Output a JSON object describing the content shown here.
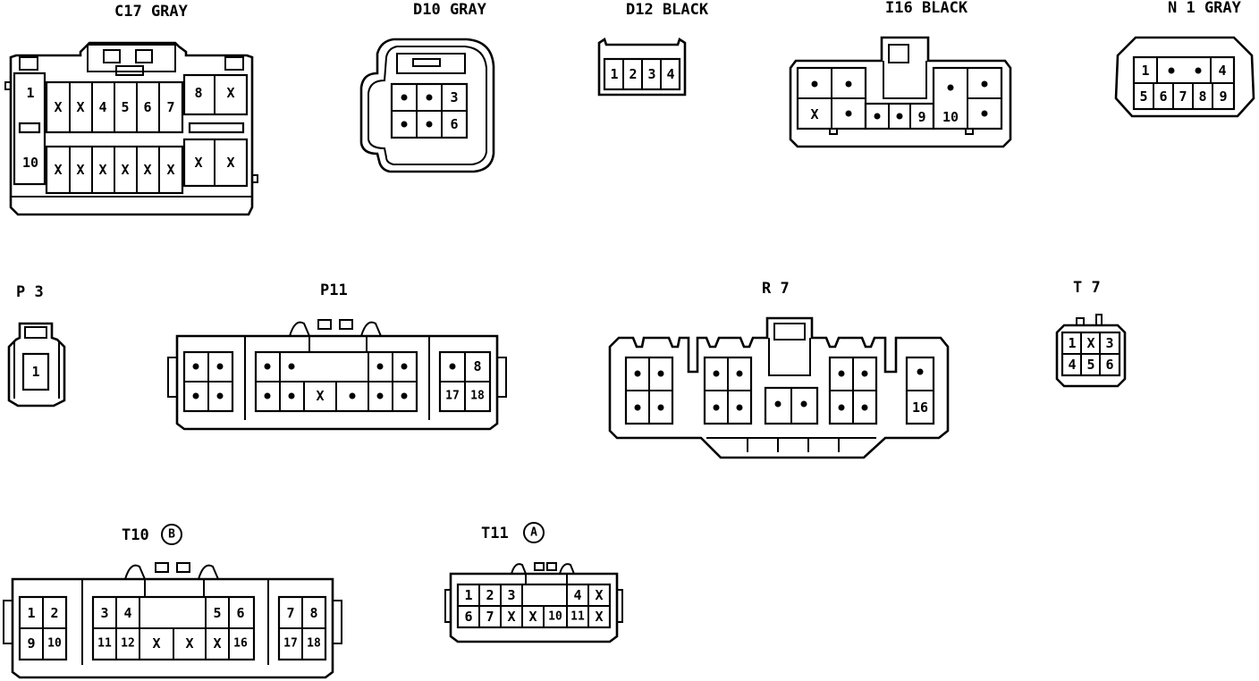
{
  "connectors": {
    "c17": {
      "label": "C17 GRAY"
    },
    "d10": {
      "label": "D10 GRAY"
    },
    "d12": {
      "label": "D12 BLACK"
    },
    "i16": {
      "label": "I16 BLACK"
    },
    "n1": {
      "label": "N 1 GRAY"
    },
    "p3": {
      "label": "P 3"
    },
    "p11": {
      "label": "P11"
    },
    "r7": {
      "label": "R 7"
    },
    "t7": {
      "label": "T 7"
    },
    "t10": {
      "label": "T10",
      "badge": "B"
    },
    "t11": {
      "label": "T11",
      "badge": "A"
    }
  },
  "pins": {
    "c17": [
      "1",
      "X",
      "X",
      "4",
      "5",
      "6",
      "7",
      "8",
      "X",
      "10",
      "X",
      "X",
      "X",
      "X",
      "X",
      "X",
      "X",
      "X"
    ],
    "d10": [
      "3",
      "6"
    ],
    "d12": [
      "1",
      "2",
      "3",
      "4"
    ],
    "i16": [
      "X",
      "9",
      "10"
    ],
    "n1": [
      "1",
      "4",
      "5",
      "6",
      "7",
      "8",
      "9"
    ],
    "p3": [
      "1"
    ],
    "p11": [
      "X",
      "8",
      "17",
      "18"
    ],
    "r7": [
      "16"
    ],
    "t7": [
      "1",
      "X",
      "3",
      "4",
      "5",
      "6"
    ],
    "t10": [
      "1",
      "2",
      "3",
      "4",
      "5",
      "6",
      "7",
      "8",
      "9",
      "10",
      "11",
      "12",
      "X",
      "X",
      "X",
      "16",
      "17",
      "18"
    ],
    "t11": [
      "1",
      "2",
      "3",
      "4",
      "X",
      "6",
      "7",
      "X",
      "X",
      "10",
      "11",
      "X"
    ]
  }
}
